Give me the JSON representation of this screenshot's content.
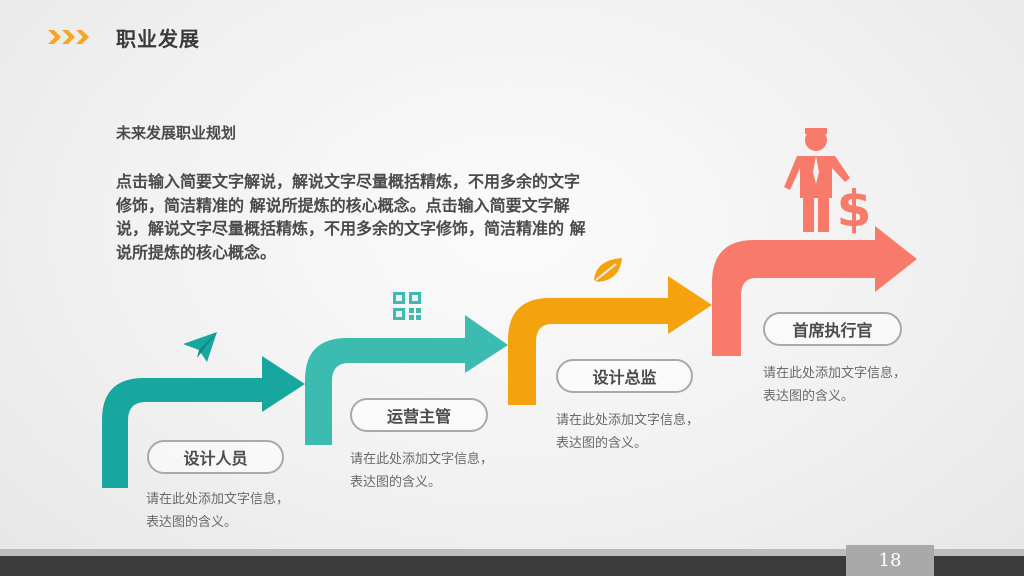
{
  "header": {
    "title": "职业发展",
    "icon": "triple-chevron-icon",
    "accent": "#f5a623"
  },
  "intro": {
    "heading": "未来发展职业规划",
    "body": "点击输入简要文字解说，解说文字尽量概括精炼，不用多余的文字修饰，简洁精准的 解说所提炼的核心概念。点击输入简要文字解说，解说文字尽量概括精炼，不用多余的文字修饰，简洁精准的 解说所提炼的核心概念。"
  },
  "steps": [
    {
      "label": "设计人员",
      "desc": "请在此处添加文字信息，表达图的含义。",
      "color": "#17a79e",
      "icon": "paper-plane-icon"
    },
    {
      "label": "运营主管",
      "desc": "请在此处添加文字信息，表达图的含义。",
      "color": "#3cbcb0",
      "icon": "qr-code-icon"
    },
    {
      "label": "设计总监",
      "desc": "请在此处添加文字信息，表达图的含义。",
      "color": "#f4a20e",
      "icon": "leaf-icon"
    },
    {
      "label": "首席执行官",
      "desc": "请在此处添加文字信息，表达图的含义。",
      "color": "#f87a6a",
      "icon": "businessman-dollar-icon"
    }
  ],
  "footer": {
    "page_number": "18"
  }
}
